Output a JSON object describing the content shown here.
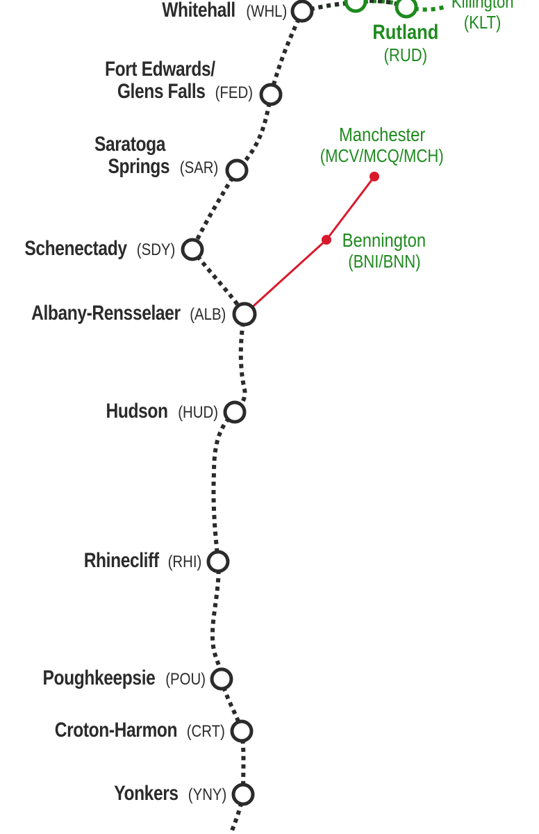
{
  "stations": [
    {
      "id": "whitehall",
      "name": "Whitehall",
      "code": "(WHL)"
    },
    {
      "id": "fort-edwards",
      "name_line1": "Fort Edwards/",
      "name_line2": "Glens Falls",
      "code": "(FED)"
    },
    {
      "id": "saratoga",
      "name_line1": "Saratoga",
      "name_line2": "Springs",
      "code": "(SAR)"
    },
    {
      "id": "schenectady",
      "name": "Schenectady",
      "code": "(SDY)"
    },
    {
      "id": "albany",
      "name": "Albany-Rensselaer",
      "code": "(ALB)"
    },
    {
      "id": "hudson",
      "name": "Hudson",
      "code": "(HUD)"
    },
    {
      "id": "rhinecliff",
      "name": "Rhinecliff",
      "code": "(RHI)"
    },
    {
      "id": "poughkeepsie",
      "name": "Poughkeepsie",
      "code": "(POU)"
    },
    {
      "id": "croton",
      "name": "Croton-Harmon",
      "code": "(CRT)"
    },
    {
      "id": "yonkers",
      "name": "Yonkers",
      "code": "(YNY)"
    }
  ],
  "vermont": {
    "rutland": {
      "name": "Rutland",
      "code": "(RUD)"
    },
    "killington": {
      "name": "Killington",
      "code": "(KLT)"
    },
    "manchester": {
      "name": "Manchester",
      "code": "(MCV/MCQ/MCH)"
    },
    "bennington": {
      "name": "Bennington",
      "code": "(BNI/BNN)"
    }
  },
  "colors": {
    "mainline": "#2b2b2b",
    "station_fill": "#ffffff",
    "vermont_green": "#1e8a1e",
    "branch_red": "#d9192b"
  }
}
